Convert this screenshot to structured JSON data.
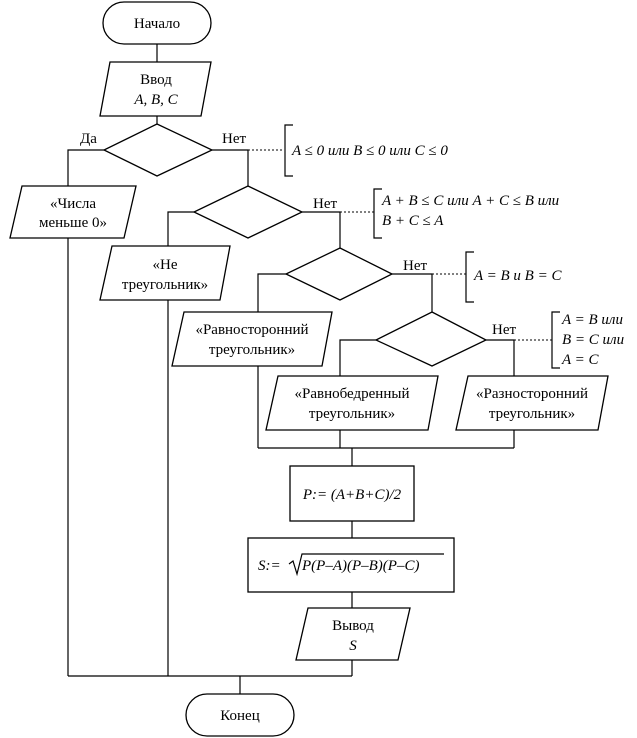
{
  "start": "Начало",
  "input": {
    "line1": "Ввод",
    "line2": "A, B, C"
  },
  "yes": "Да",
  "no": "Нет",
  "cond1": "A ≤ 0 или B ≤ 0 или C ≤ 0",
  "cond2": {
    "line1": "A + B ≤ C или A + C ≤ B или",
    "line2": "B + C ≤ A"
  },
  "cond3": "A = B и B = C",
  "cond4": {
    "line1": "A = B или",
    "line2": "B = C или",
    "line3": "A = C"
  },
  "out_negative": {
    "line1": "«Числа",
    "line2": "меньше 0»"
  },
  "out_not_triangle": {
    "line1": "«Не",
    "line2": "треугольник»"
  },
  "out_equilateral": {
    "line1": "«Равносторонний",
    "line2": "треугольник»"
  },
  "out_isosceles": {
    "line1": "«Равнобедренный",
    "line2": "треугольник»"
  },
  "out_scalene": {
    "line1": "«Разносторонний",
    "line2": "треугольник»"
  },
  "perimeter": "P:= (A+B+C)/2",
  "area": {
    "prefix": "S:=",
    "radicand": "P(P–A)(P–B)(P–C)"
  },
  "output": {
    "line1": "Вывод",
    "line2": "S"
  },
  "end": "Конец"
}
